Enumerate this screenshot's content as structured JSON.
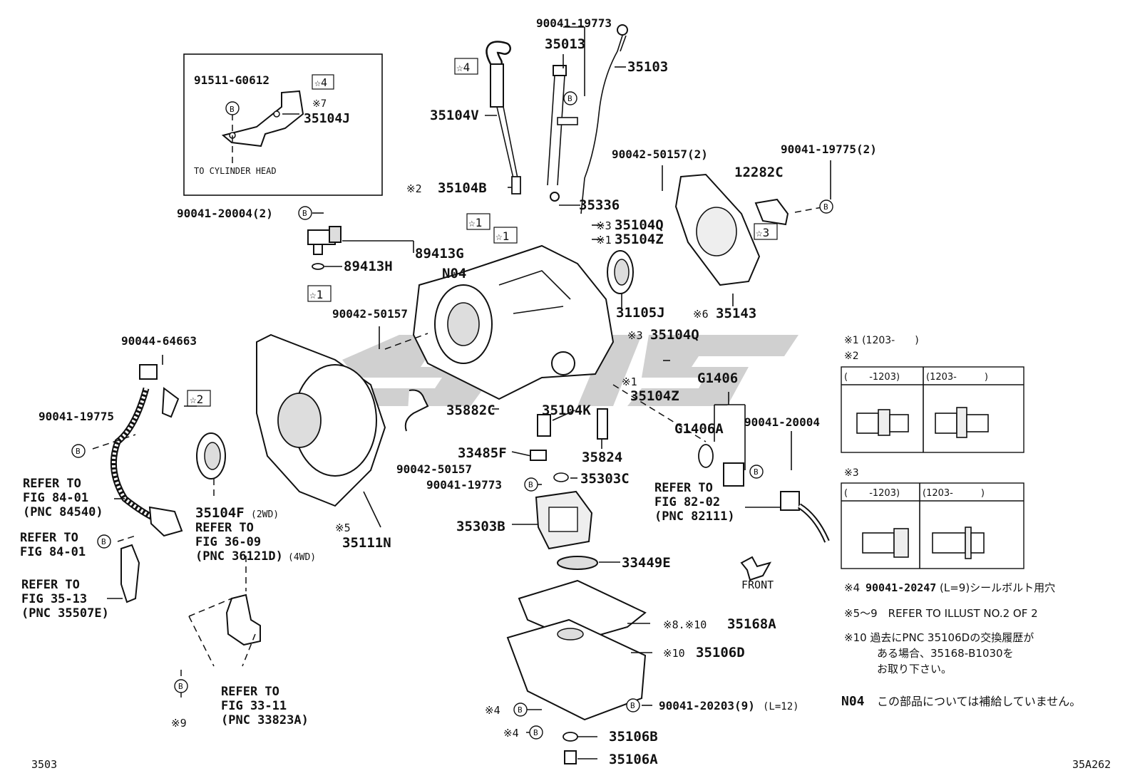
{
  "inset": {
    "part": "91511-G0612",
    "part2": "35104J",
    "note": "TO CYLINDER HEAD",
    "star": "☆4",
    "mark": "※7"
  },
  "labels": {
    "p90041_19773_top": "90041-19773",
    "p35013": "35013",
    "p35103": "35103",
    "star4": "☆4",
    "p35104V": "35104V",
    "n2": "※2",
    "p35104B": "35104B",
    "p35336": "35336",
    "p90041_20004_2": "90041-20004(2)",
    "p89413G": "89413G",
    "p89413H": "89413H",
    "star1a": "☆1",
    "star1b": "☆1",
    "star1c": "☆1",
    "n3a": "※3",
    "p35104Q_a": "35104Q",
    "n1a": "※1",
    "p35104Z_a": "35104Z",
    "N04": "N04",
    "p31105J": "31105J",
    "p90042_50157_2": "90042-50157(2)",
    "p12282C": "12282C",
    "p90041_19775_2": "90041-19775(2)",
    "star3": "☆3",
    "n6": "※6",
    "p35143": "35143",
    "p90042_50157_a": "90042-50157",
    "n3b": "※3",
    "p35104Q_b": "35104Q",
    "n1b": "※1",
    "p35104Z_b": "35104Z",
    "G1406": "G1406",
    "G1406A": "G1406A",
    "p90041_20004": "90041-20004",
    "p90044_64663": "90044-64663",
    "star2": "☆2",
    "p90041_19775": "90041-19775",
    "p35882C": "35882C",
    "p35104K": "35104K",
    "p33485F": "33485F",
    "p35824": "35824",
    "p90042_50157_b": "90042-50157",
    "p90041_19773_b": "90041-19773",
    "p35303C": "35303C",
    "p35303B": "35303B",
    "p33449E": "33449E",
    "p35104F": "35104F",
    "twoWD": "(2WD)",
    "refer3609a": "REFER TO",
    "refer3609b": "FIG 36-09",
    "refer3609c": "(PNC 36121D)",
    "fourWD": "(4WD)",
    "n5": "※5",
    "p35111N": "35111N",
    "refer8401a": "REFER TO",
    "refer8401b": "FIG 84-01",
    "refer8401c": "(PNC 84540)",
    "refer8401d": "REFER TO",
    "refer8401e": "FIG 84-01",
    "refer3513a": "REFER TO",
    "refer3513b": "FIG 35-13",
    "refer3513c": "(PNC 35507E)",
    "refer8202a": "REFER TO",
    "refer8202b": "FIG 82-02",
    "refer8202c": "(PNC 82111)",
    "front": "FRONT",
    "n8n10": "※8.※10",
    "p35168A": "35168A",
    "n10": "※10",
    "p35106D": "35106D",
    "p90041_20203": "90041-20203(9)",
    "l12": "(L=12)",
    "n4a": "※4",
    "n4b": "※4",
    "p35106B": "35106B",
    "p35106A": "35106A",
    "refer3311a": "REFER TO",
    "refer3311b": "FIG 33-11",
    "refer3311c": "(PNC 33823A)",
    "n9": "※9",
    "b": "B",
    "pageLeft": "3503",
    "pageRight": "35A262"
  },
  "notes": {
    "n1": "※1 (1203-　　)",
    "n2": "※2",
    "tableHead1": "(　　 -1203)",
    "tableHead2": "(1203-　　　)",
    "n3": "※3",
    "tableHead3": "(　　 -1203)",
    "tableHead4": "(1203-　　　)",
    "line4a": "※4",
    "line4b": "90041-20247",
    "line4c": "(L=9)シールボルト用穴",
    "line5": "※5～9　REFER TO ILLUST NO.2 OF 2",
    "line10a": "※10 過去にPNC 35106Dの交換履歴が",
    "line10b": "ある場合、35168-B1030を",
    "line10c": "お取り下さい。",
    "lineN04a": "N04",
    "lineN04b": "この部品については補給していません。"
  }
}
